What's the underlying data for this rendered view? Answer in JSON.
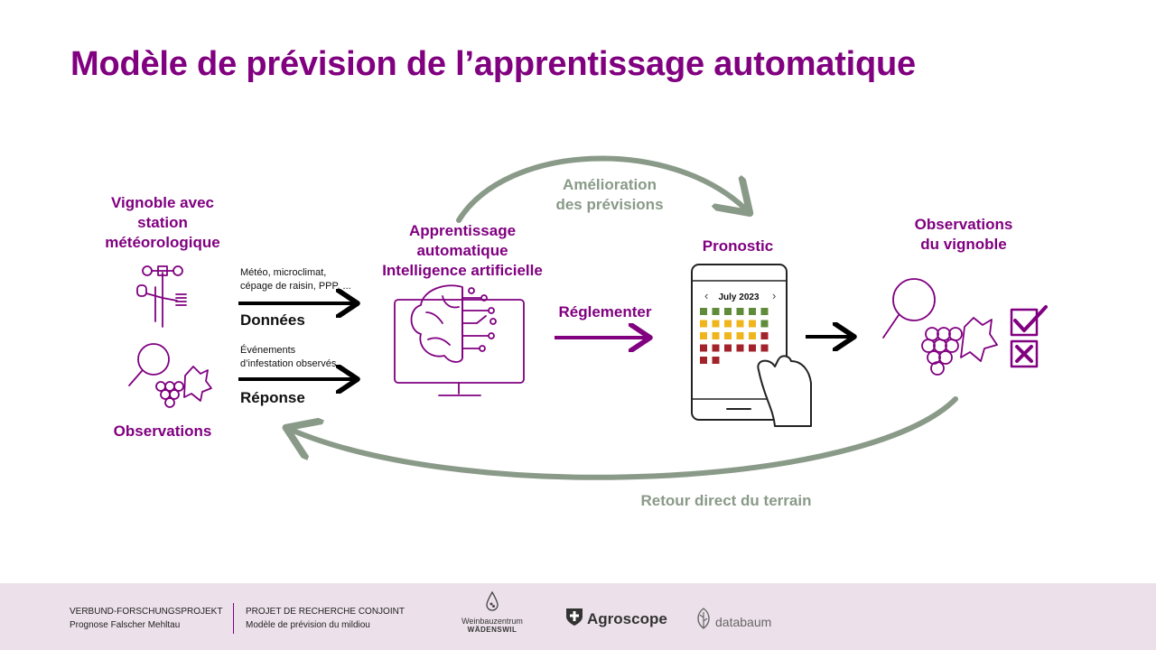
{
  "title": "Modèle de prévision de l’apprentissage automatique",
  "labels": {
    "vignoble": [
      "Vignoble avec",
      "station",
      "météorologique"
    ],
    "observations": "Observations",
    "meteo": [
      "Météo, microclimat,",
      "cépage de raisin, PPP, ..."
    ],
    "donnees": "Données",
    "evenements": [
      "Événements",
      "d’infestation observés"
    ],
    "reponse": "Réponse",
    "apprentissage": [
      "Apprentissage",
      "automatique",
      "Intelligence artificielle"
    ],
    "amelioration": [
      "Amélioration",
      "des prévisions"
    ],
    "reglementer": "Réglementer",
    "pronostic": "Pronostic",
    "observations_vignoble": [
      "Observations",
      "du vignoble"
    ],
    "retour": "Retour direct du terrain"
  },
  "phone": {
    "month": "July 2023",
    "prev": "‹",
    "next": "›",
    "calendar_rows": [
      [
        "green",
        "green",
        "green",
        "green",
        "green",
        "green"
      ],
      [
        "yellow",
        "yellow",
        "yellow",
        "yellow",
        "yellow",
        "green"
      ],
      [
        "yellow",
        "yellow",
        "yellow",
        "yellow",
        "yellow",
        "red"
      ],
      [
        "red",
        "red",
        "red",
        "red",
        "red",
        "red"
      ],
      [
        "red",
        "red"
      ]
    ]
  },
  "colors": {
    "purple": "#800080",
    "grey_arrow": "#8a9a88",
    "green": "#5f8b3a",
    "yellow": "#f0b41c",
    "orange": "#de7a1a",
    "red": "#a3232b",
    "dark_red": "#8b1a1a"
  },
  "footer": {
    "col1": [
      "VERBUND-FORSCHUNGSPROJEKT",
      "Prognose Falscher Mehltau"
    ],
    "col2": [
      "PROJET DE RECHERCHE CONJOINT",
      "Modèle de prévision du mildiou"
    ],
    "logos": {
      "weinbauzentrum": [
        "Weinbauzentrum",
        "WÄDENSWIL"
      ],
      "agroscope": "Agroscope",
      "databaum": "databaum"
    }
  },
  "icons": [
    "weather-station-icon",
    "magnifier-icon",
    "grape-leaf-icon",
    "ai-monitor-icon",
    "smartphone-icon",
    "hand-icon",
    "checkbox-checked-icon",
    "checkbox-crossed-icon",
    "agroscope-shield-icon",
    "databaum-leaf-icon",
    "weinbauzentrum-drop-icon"
  ]
}
